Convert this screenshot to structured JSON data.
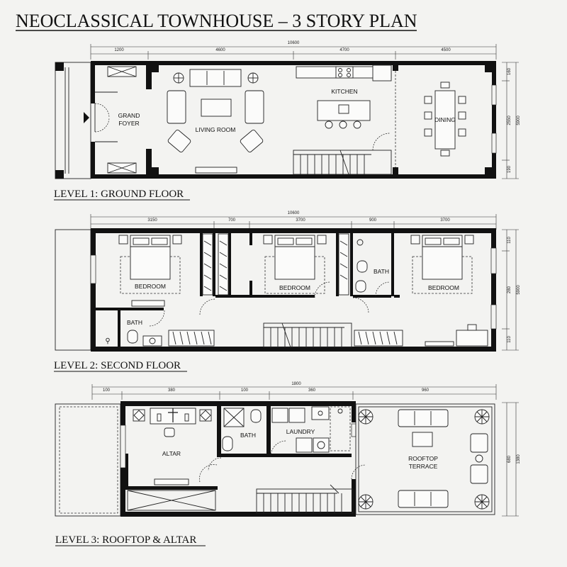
{
  "title": "NEOCLASSICAL TOWNHOUSE – 3 STORY PLAN",
  "levels": [
    {
      "label": "LEVEL 1: GROUND FLOOR",
      "rooms": [
        "GRAND",
        "FOYER",
        "LIVING ROOM",
        "KITCHEN",
        "DINING"
      ],
      "dims_top": [
        "1200",
        "4600",
        "4700",
        "4500"
      ],
      "dim_total": "10600",
      "dims_right": [
        "160",
        "2550",
        "190"
      ],
      "dim_right_total": "5900"
    },
    {
      "label": "LEVEL 2: SECOND FLOOR",
      "rooms": [
        "BEDROOM",
        "BEDROOM",
        "BATH",
        "BEDROOM",
        "BATH"
      ],
      "dims_top": [
        "3150",
        "700",
        "3700",
        "900",
        "3700"
      ],
      "dim_total": "10600",
      "dims_right": [
        "110",
        "280",
        "110"
      ],
      "dim_right_total": "5900"
    },
    {
      "label": "LEVEL 3: ROOFTOP & ALTAR",
      "rooms": [
        "ALTAR",
        "BATH",
        "LAUNDRY",
        "ROOFTOP",
        "TERRACE"
      ],
      "dims_top": [
        "100",
        "380",
        "100",
        "360",
        "960"
      ],
      "dim_total": "1800",
      "dims_right": [
        "680"
      ],
      "dim_right_total": "1380"
    }
  ]
}
